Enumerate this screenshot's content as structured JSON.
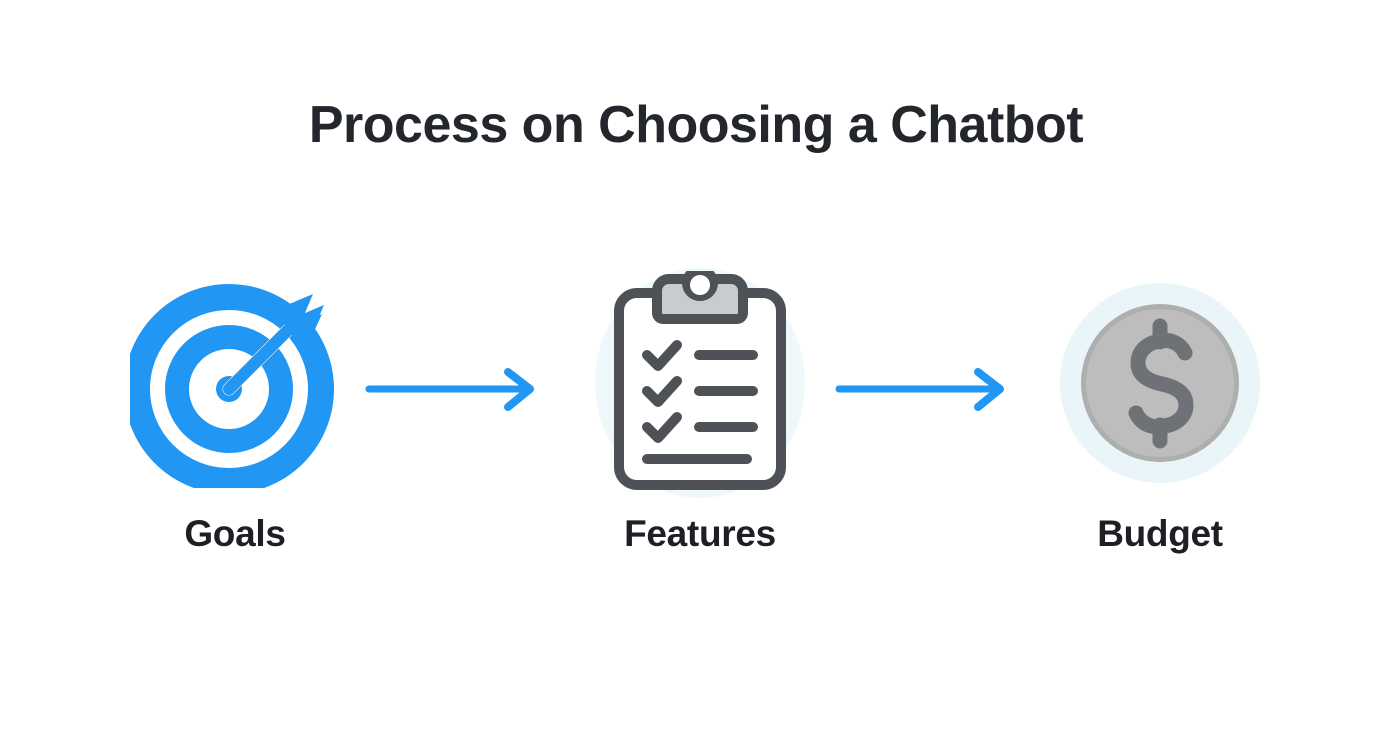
{
  "page": {
    "background_color": "#ffffff",
    "title": "Process on Choosing a Chatbot",
    "title_color": "#23262b"
  },
  "theme": {
    "accent_blue": "#2196f3",
    "arrow_blue": "#2196f3",
    "icon_grey_dark": "#4e5257",
    "icon_grey_mid": "#6e7277",
    "coin_grey": "#b7b7b7",
    "coin_rim": "#a9a9a9",
    "halo_blue": "#e8f4f8",
    "label_color": "#1d1f24"
  },
  "flow": {
    "steps": [
      {
        "id": "goals",
        "label": "Goals",
        "icon": "target-arrow-icon",
        "icon_color": "#2196f3",
        "has_halo": false
      },
      {
        "id": "features",
        "label": "Features",
        "icon": "clipboard-checklist-icon",
        "icon_color": "#4e5257",
        "has_halo": true,
        "checklist_rows": 3,
        "extra_lines": 1
      },
      {
        "id": "budget",
        "label": "Budget",
        "icon": "dollar-coin-icon",
        "icon_color": "#b7b7b7",
        "symbol": "$",
        "has_halo": true
      }
    ],
    "connectors": [
      {
        "id": "arrow-goals-to-features",
        "icon": "arrow-right-icon",
        "color": "#2196f3",
        "direction": "right"
      },
      {
        "id": "arrow-features-to-budget",
        "icon": "arrow-right-icon",
        "color": "#2196f3",
        "direction": "right"
      }
    ]
  }
}
